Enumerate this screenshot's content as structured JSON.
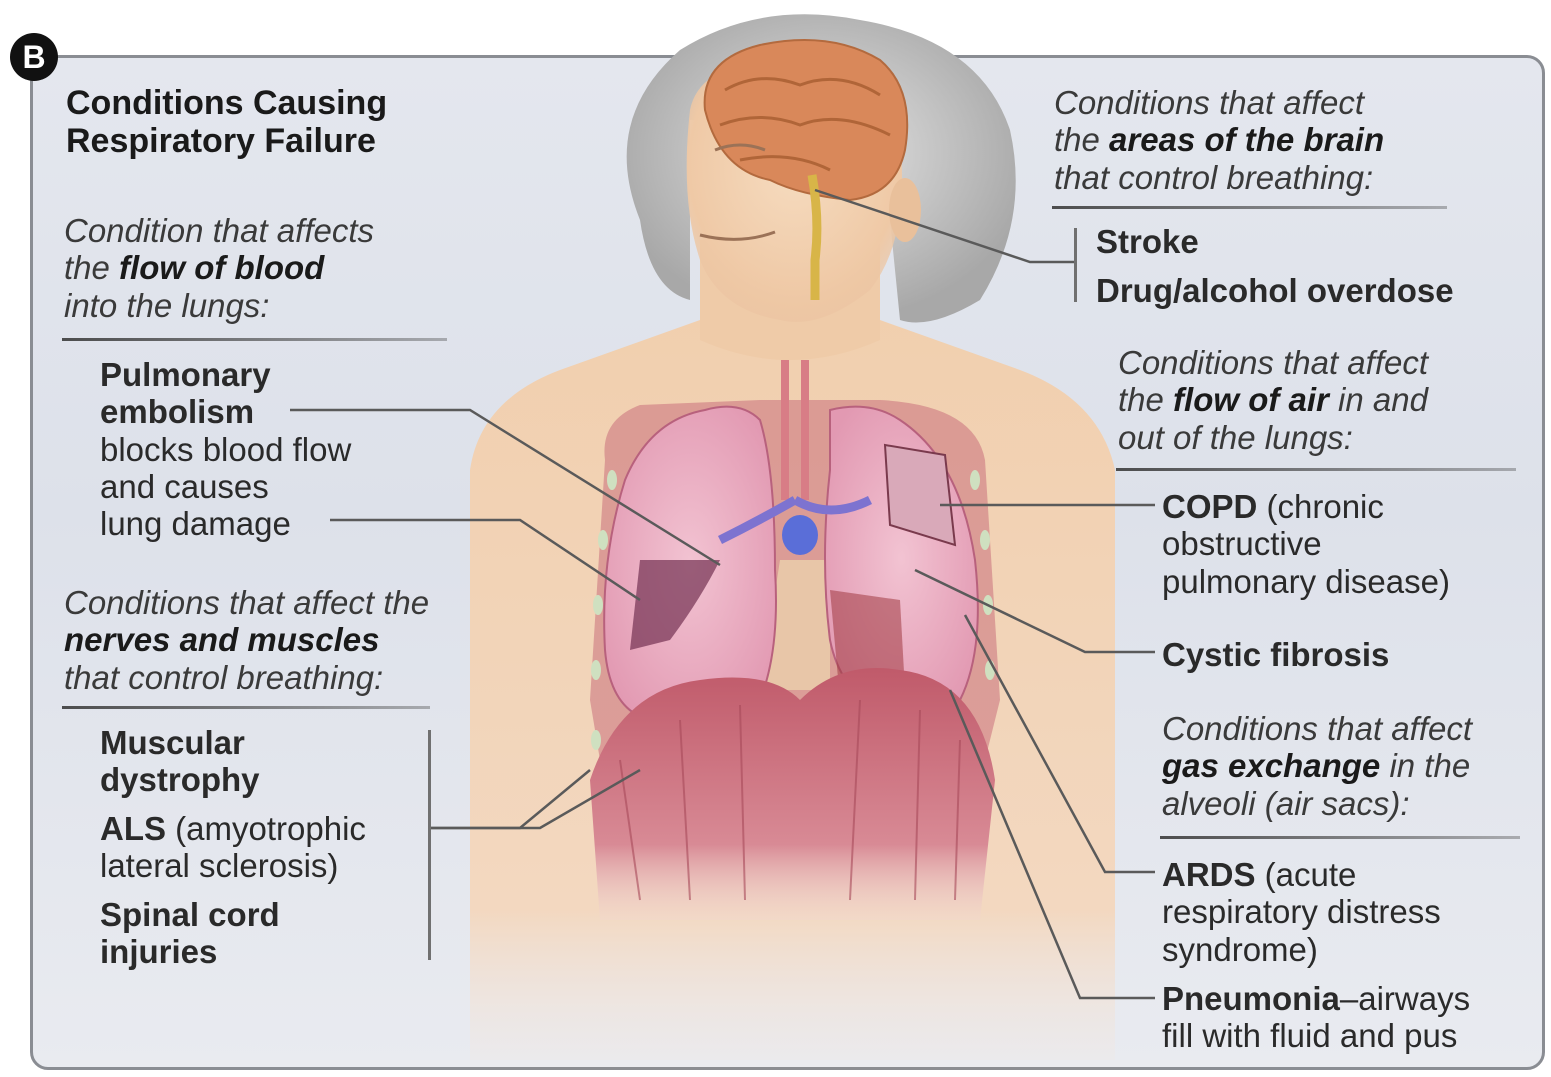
{
  "badge": "B",
  "title": [
    "Conditions Causing",
    "Respiratory Failure"
  ],
  "blood_flow": {
    "heading": [
      "Condition that affects",
      "the ",
      "flow of blood",
      "into the lungs:"
    ],
    "item_name": [
      "Pulmonary",
      "embolism"
    ],
    "item_desc": [
      "blocks blood flow",
      "and causes",
      "lung damage"
    ]
  },
  "nerves": {
    "heading": [
      "Conditions that affect the",
      "nerves and muscles",
      "that control breathing:"
    ],
    "items": [
      {
        "name": [
          "Muscular",
          "dystrophy"
        ]
      },
      {
        "name": [
          "ALS"
        ],
        "desc": [
          " (amyotrophic",
          "lateral sclerosis)"
        ]
      },
      {
        "name": [
          "Spinal cord",
          "injuries"
        ]
      }
    ]
  },
  "brain": {
    "heading": [
      "Conditions that affect",
      "the ",
      "areas of the brain",
      "that control breathing:"
    ],
    "items": [
      "Stroke",
      "Drug/alcohol overdose"
    ]
  },
  "airflow": {
    "heading": [
      "Conditions that affect",
      "the ",
      "flow of air",
      " in and",
      "out of the lungs:"
    ],
    "copd": {
      "name": "COPD",
      "desc": [
        " (chronic",
        "obstructive",
        "pulmonary disease)"
      ]
    },
    "cf": "Cystic fibrosis"
  },
  "gas": {
    "heading": [
      "Conditions that affect",
      "gas exchange",
      " in the",
      "alveoli (air sacs):"
    ],
    "ards": {
      "name": "ARDS",
      "desc": [
        " (acute",
        "respiratory distress",
        "syndrome)"
      ]
    },
    "pneumonia": {
      "name": "Pneumonia",
      "desc": [
        "–airways",
        "fill with fluid and pus"
      ]
    }
  },
  "colors": {
    "panel_border": "#8a8d93",
    "skin": "#f1cfae",
    "lung": "#e8a8bf",
    "diaphragm": "#c86a78",
    "brain": "#d9885a",
    "hair": "#c9c9c9",
    "leader": "#5a5a5a"
  },
  "icons": [
    "brain-illustration",
    "lungs-illustration",
    "diaphragm-illustration",
    "spinal-cord-illustration",
    "trachea-illustration"
  ]
}
